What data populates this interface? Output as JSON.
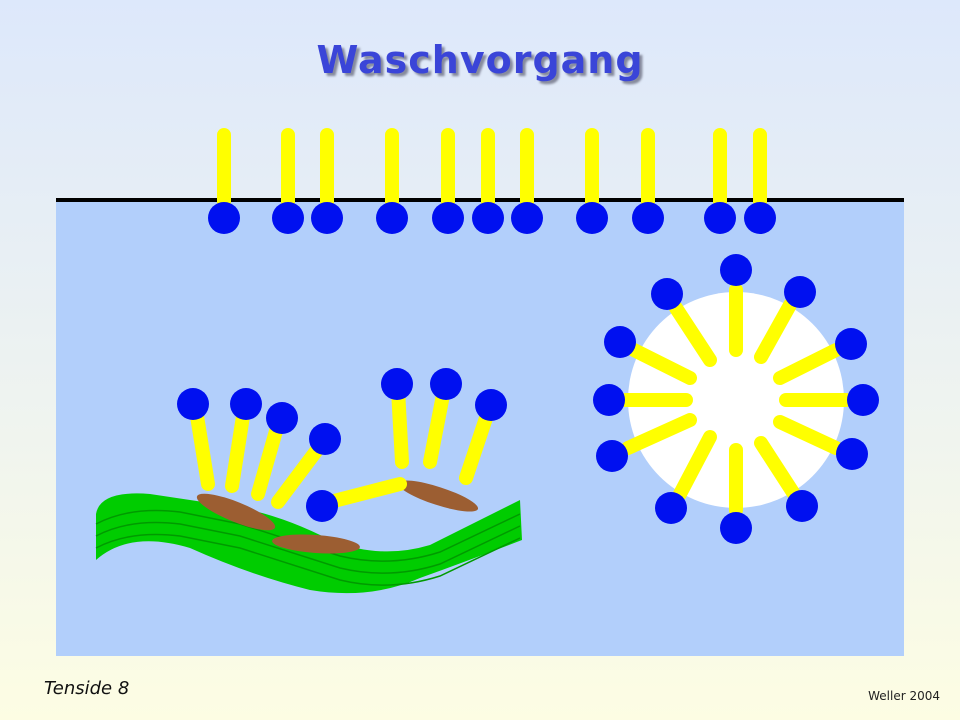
{
  "title": "Waschvorgang",
  "footer": {
    "slide_label": "Tenside 8",
    "author": "Weller  2004"
  },
  "colors": {
    "water": "#b2cffb",
    "tail": "#ffff00",
    "head": "#0010f0",
    "fabric": "#00cc00",
    "dirt": "#9c5e32",
    "micelle_core": "#ffffff",
    "title": "#3a45d8"
  }
}
